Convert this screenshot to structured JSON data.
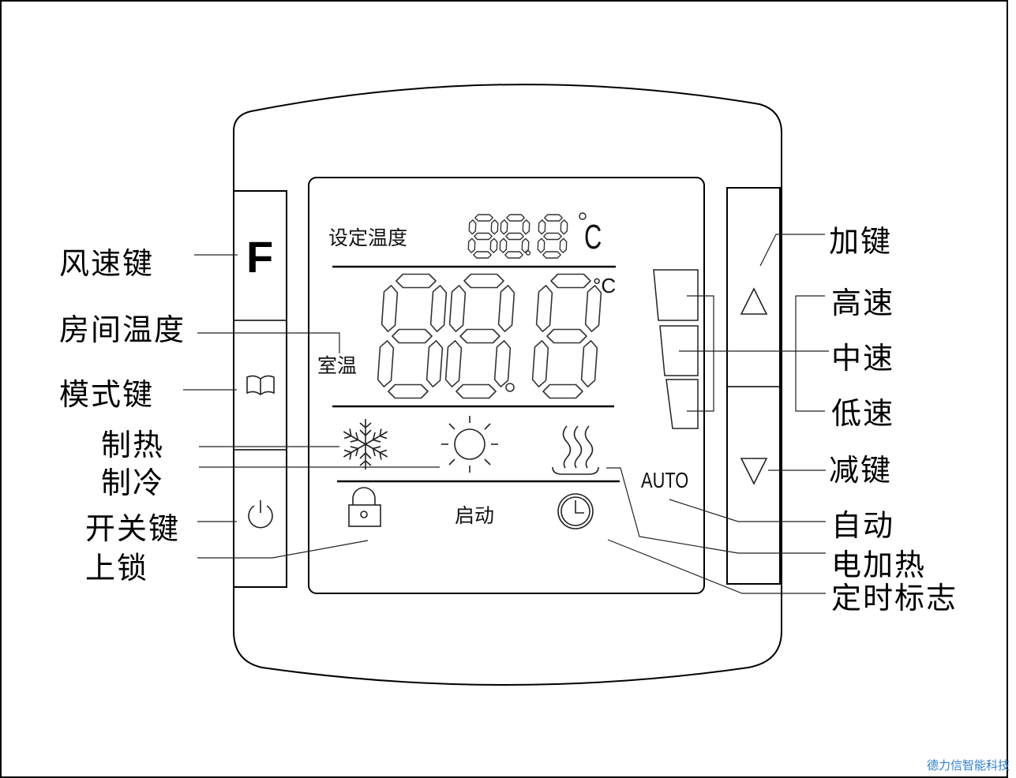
{
  "buttons": {
    "fan_speed_key_glyph": "F"
  },
  "display": {
    "set_temp_label": "设定温度",
    "set_temp_digits": "88.8",
    "set_temp_unit": "C",
    "room_temp_label": "室温",
    "room_temp_digits": "88.8",
    "room_temp_unit": "°C",
    "start_label": "启动",
    "auto_label": "AUTO"
  },
  "callouts": {
    "fan_speed_key": "风速键",
    "room_temperature": "房间温度",
    "mode_key": "模式键",
    "heating": "制热",
    "cooling": "制冷",
    "power_key": "开关键",
    "lock": "上锁",
    "up_key": "加键",
    "high_speed": "高速",
    "medium_speed": "中速",
    "low_speed": "低速",
    "down_key": "减键",
    "auto": "自动",
    "electric_heat": "电加热",
    "timer_icon": "定时标志"
  },
  "watermark": "德力信智能科技",
  "colors": {
    "line": "#000000",
    "lcd_segment": "#333333",
    "watermark": "#2f7fd0"
  }
}
